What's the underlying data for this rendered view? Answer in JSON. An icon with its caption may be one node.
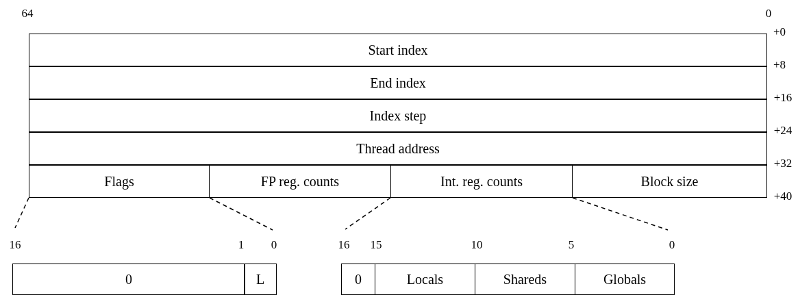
{
  "diagram": {
    "nodes": [
      {
        "text": [
          "Start index"
        ]
      },
      {
        "text": [
          "End index"
        ]
      },
      {
        "text": [
          "Index step"
        ]
      },
      {
        "text": [
          "Thread address"
        ]
      },
      {
        "text": [
          "Flags"
        ]
      },
      {
        "text": [
          "FP reg. counts"
        ]
      },
      {
        "text": [
          "Int. reg. counts"
        ]
      },
      {
        "text": [
          "Block size"
        ]
      },
      {
        "text": [
          "0"
        ]
      },
      {
        "text": [
          "L"
        ]
      },
      {
        "text": [
          "0"
        ]
      },
      {
        "text": [
          "Locals"
        ]
      },
      {
        "text": [
          "Shareds"
        ]
      },
      {
        "text": [
          "Globals"
        ]
      }
    ],
    "edges": [
      {
        "from": 4,
        "to": null,
        "arrow": "none",
        "style": "dashed"
      },
      {
        "from": 4,
        "to": null,
        "arrow": "none",
        "style": "dashed"
      },
      {
        "from": 6,
        "to": null,
        "arrow": "none",
        "style": "dashed"
      },
      {
        "from": 6,
        "to": null,
        "arrow": "none",
        "style": "dashed"
      }
    ],
    "labels": [
      "64",
      "0",
      "+0",
      "+8",
      "+16",
      "+24",
      "+32",
      "+40",
      "16",
      "1",
      "0",
      "16",
      "15",
      "10",
      "5",
      "0"
    ]
  }
}
